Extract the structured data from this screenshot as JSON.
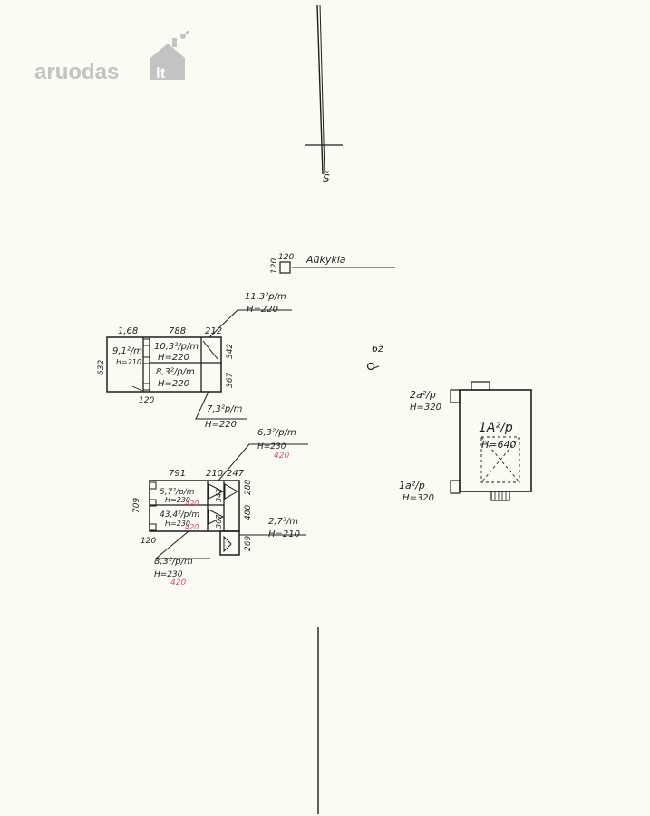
{
  "logo": {
    "main": "aruodas",
    "tld": "lt"
  },
  "north_arrow": {
    "label": "Š"
  },
  "boiler": {
    "size_top": "120",
    "size_side": "120",
    "label": "Aūkykla"
  },
  "building_a": {
    "top_label": "11,3²p/m",
    "top_height": "H=220",
    "dims_top": [
      "1,68",
      "788",
      "212"
    ],
    "dim_left": "632",
    "dim_bottom_left": "120",
    "dims_right": [
      "342",
      "367"
    ],
    "rooms": [
      {
        "area": "9,1²/m",
        "height": "H=210"
      },
      {
        "area": "10,3²/p/m",
        "height": "H=220"
      },
      {
        "area": "8,3²/p/m",
        "height": "H=220"
      }
    ],
    "bottom_label": "7,3²p/m",
    "bottom_height": "H=220"
  },
  "well": {
    "label": "6ž"
  },
  "building_b": {
    "top_label": "6,3²/p/m",
    "top_height": "H=230",
    "top_height_red": "420",
    "dims_top": [
      "791",
      "210",
      "247"
    ],
    "dim_left": "709",
    "dims_right_inner": [
      "342",
      "367"
    ],
    "dims_right_outer": [
      "288",
      "480",
      "269"
    ],
    "dim_bottom_left": "120",
    "rooms": [
      {
        "area": "5,7²/p/m",
        "height": "H=230",
        "height_red": "420"
      },
      {
        "area": "43,4²/p/m",
        "height": "H=230",
        "height_red": "420"
      }
    ],
    "right_label": "2,7²/m",
    "right_height": "H=210",
    "bottom_label": "8,3²/p/m",
    "bottom_height": "H=230",
    "bottom_height_red": "420"
  },
  "building_c": {
    "label": "1A²/p",
    "height": "H=640",
    "top_label": "2a²/p",
    "top_height": "H=320",
    "bottom_label": "1a²/p",
    "bottom_height": "H=320"
  }
}
